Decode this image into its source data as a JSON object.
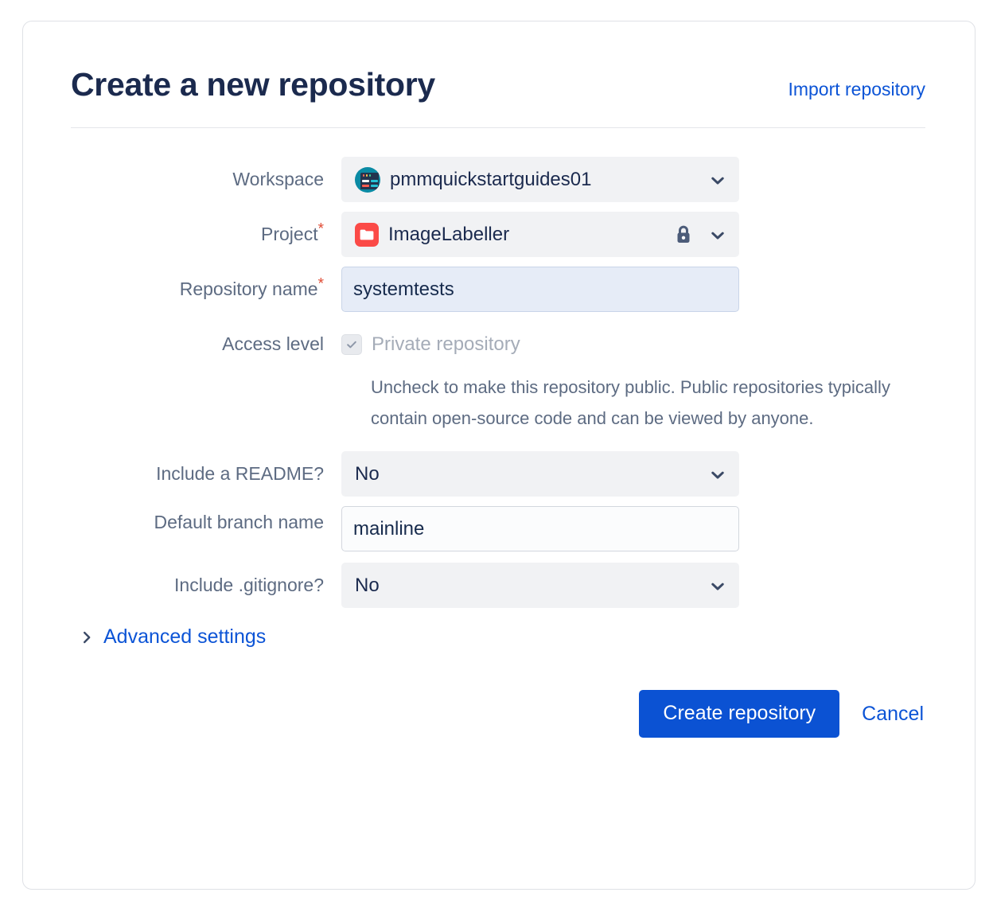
{
  "header": {
    "title": "Create a new repository",
    "import_link": "Import repository"
  },
  "form": {
    "workspace": {
      "label": "Workspace",
      "value": "pmmquickstartguides01",
      "avatar_icon": "workspace-avatar-icon",
      "chevron_icon": "chevron-down-icon"
    },
    "project": {
      "label": "Project",
      "required_marker": "*",
      "value": "ImageLabeller",
      "project_icon": "folder-icon",
      "lock_icon": "lock-icon",
      "chevron_icon": "chevron-down-icon"
    },
    "repository_name": {
      "label": "Repository name",
      "required_marker": "*",
      "value": "systemtests",
      "placeholder": ""
    },
    "access_level": {
      "label": "Access level",
      "checkbox_label": "Private repository",
      "checked": true,
      "disabled": true,
      "check_icon": "check-icon",
      "help_text": "Uncheck to make this repository public. Public repositories typically contain open-source code and can be viewed by anyone."
    },
    "include_readme": {
      "label": "Include a README?",
      "value": "No",
      "chevron_icon": "chevron-down-icon"
    },
    "default_branch_name": {
      "label": "Default branch name",
      "value": "mainline",
      "placeholder": ""
    },
    "include_gitignore": {
      "label": "Include .gitignore?",
      "value": "No",
      "chevron_icon": "chevron-down-icon"
    },
    "advanced_settings": {
      "label": "Advanced settings",
      "caret_icon": "chevron-right-icon",
      "expanded": false
    }
  },
  "footer": {
    "submit_label": "Create repository",
    "cancel_label": "Cancel"
  },
  "colors": {
    "title": "#1b2a4e",
    "link": "#0c54d6",
    "primary_button": "#0b52d3",
    "label": "#5d6b82",
    "required_asterisk": "#e04a33",
    "field_background": "#f1f2f4",
    "focused_field_background": "#e6ecf7",
    "project_icon": "#fb4a47",
    "workspace_avatar": "#0a8aa4"
  }
}
